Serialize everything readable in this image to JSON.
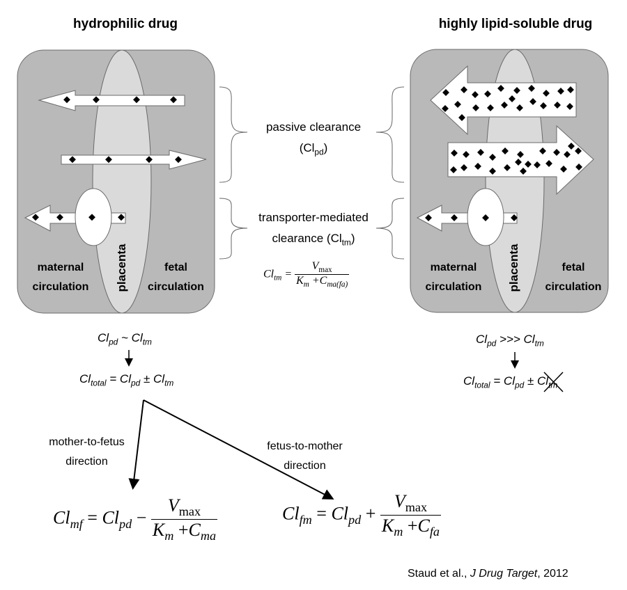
{
  "panels": {
    "left": {
      "title": "hydrophilic drug",
      "maternal": "maternal",
      "maternal2": "circulation",
      "fetal": "fetal",
      "fetal2": "circulation",
      "placenta": "placenta"
    },
    "right": {
      "title": "highly lipid-soluble drug",
      "maternal": "maternal",
      "maternal2": "circulation",
      "fetal": "fetal",
      "fetal2": "circulation",
      "placenta": "placenta"
    }
  },
  "center": {
    "passive_label": "passive clearance",
    "passive_symbol": "(Cl",
    "passive_sub": "pd",
    "passive_close": ")",
    "transporter_label": "transporter-mediated",
    "transporter_label2": "clearance (Cl",
    "transporter_sub": "tm",
    "transporter_close": ")",
    "cltm_formula": {
      "lhs": "Cl",
      "lhs_sub": "tm",
      "num": "V",
      "num_sub": "max",
      "den_a": "K",
      "den_a_sub": "m",
      "den_b": "C",
      "den_b_sub": "ma(fa)"
    }
  },
  "left_equations": {
    "relation": "Cl~pd ~ Cl~tm",
    "rel_a": "Cl",
    "rel_a_sub": "pd",
    "rel_op": " ~ ",
    "rel_b": "Cl",
    "rel_b_sub": "tm",
    "total": "Cl",
    "total_sub": "total",
    "total_eq": " = ",
    "total_a": "Cl",
    "total_a_sub": "pd",
    "total_op": " ± ",
    "total_b": "Cl",
    "total_b_sub": "tm"
  },
  "right_equations": {
    "rel_a": "Cl",
    "rel_a_sub": "pd",
    "rel_op": " >>> ",
    "rel_b": "Cl",
    "rel_b_sub": "tm",
    "total": "Cl",
    "total_sub": "total",
    "total_eq": " = ",
    "total_a": "Cl",
    "total_a_sub": "pd",
    "total_op": " ± ",
    "total_b": "Cl",
    "total_b_sub": "tm"
  },
  "branches": {
    "mf_label": "mother-to-fetus",
    "mf_label2": "direction",
    "fm_label": "fetus-to-mother",
    "fm_label2": "direction",
    "mf_formula": {
      "lhs": "Cl",
      "lhs_sub": "mf",
      "eq": " = ",
      "a": "Cl",
      "a_sub": "pd",
      "op": " − ",
      "num": "V",
      "num_sub": "max",
      "den_a": "K",
      "den_a_sub": "m",
      "den_b": "C",
      "den_b_sub": "ma"
    },
    "fm_formula": {
      "lhs": "Cl",
      "lhs_sub": "fm",
      "eq": " = ",
      "a": "Cl",
      "a_sub": "pd",
      "op": " + ",
      "num": "V",
      "num_sub": "max",
      "den_a": "K",
      "den_a_sub": "m",
      "den_b": "C",
      "den_b_sub": "fa"
    }
  },
  "citation": {
    "authors": "Staud et al., ",
    "journal": "J Drug Target",
    "year": ", 2012"
  },
  "colors": {
    "panel_bg": "#b9b9b9",
    "placenta": "#dadada",
    "arrow_fill": "#ffffff",
    "outline": "#6a6a6a"
  }
}
